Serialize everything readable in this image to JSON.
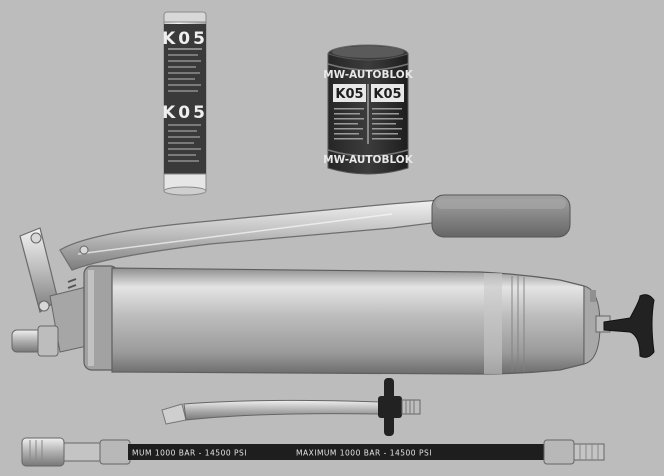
{
  "colors": {
    "background": "#bcbcbc",
    "metal_light": "#e6e6e6",
    "metal_mid": "#b4b4b4",
    "metal_dark": "#7a7a7a",
    "label_dark": "#2f2f2f",
    "handle_grip": "#8a8a8a",
    "hose_black": "#1e1e1e",
    "tbar_black": "#222222"
  },
  "tube": {
    "brand": "K05",
    "brand_second": "K05"
  },
  "can": {
    "brand_top": "MW-AUTOBLOK",
    "product_left": "K05",
    "product_right": "K05",
    "brand_bottom": "MW-AUTOBLOK"
  },
  "hose": {
    "print_left": "MUM 1000 BAR - 14500 PSI",
    "print_right": "MAXIMUM 1000 BAR - 14500 PSI"
  },
  "icons": {
    "tube": "grease-cartridge-icon",
    "can": "grease-can-icon",
    "gun": "grease-gun-icon",
    "nozzle": "nozzle-extension-icon",
    "hose": "flexible-hose-icon"
  }
}
